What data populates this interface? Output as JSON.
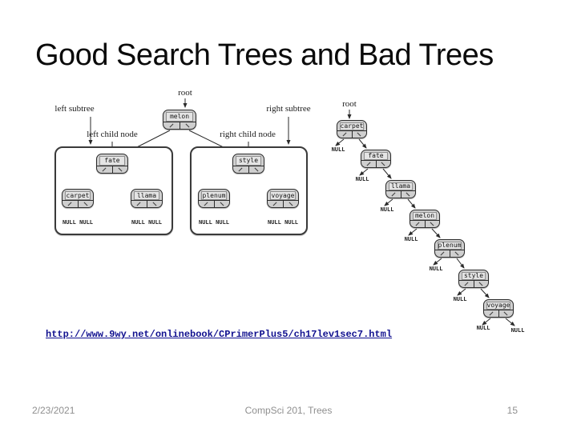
{
  "title": "Good Search Trees and Bad Trees",
  "good_tree": {
    "root_pointer_label": "root",
    "left_subtree_label": "left subtree",
    "right_subtree_label": "right subtree",
    "left_child_label": "left child node",
    "right_child_label": "right child node",
    "nodes": {
      "root": "melon",
      "left_child": "fate",
      "right_child": "style",
      "left_left": "carpet",
      "left_right": "llama",
      "right_left": "plenum",
      "right_right": "voyage"
    }
  },
  "bad_tree": {
    "root_pointer_label": "root",
    "chain": [
      "carpet",
      "fate",
      "llama",
      "melon",
      "plenum",
      "style",
      "voyage"
    ]
  },
  "null_label": "NULL",
  "link_text": "http://www.9wy.net/onlinebook/CPrimerPlus5/ch17lev1sec7.html",
  "footer": {
    "date": "2/23/2021",
    "course": "CompSci 201, Trees",
    "page": "15"
  }
}
